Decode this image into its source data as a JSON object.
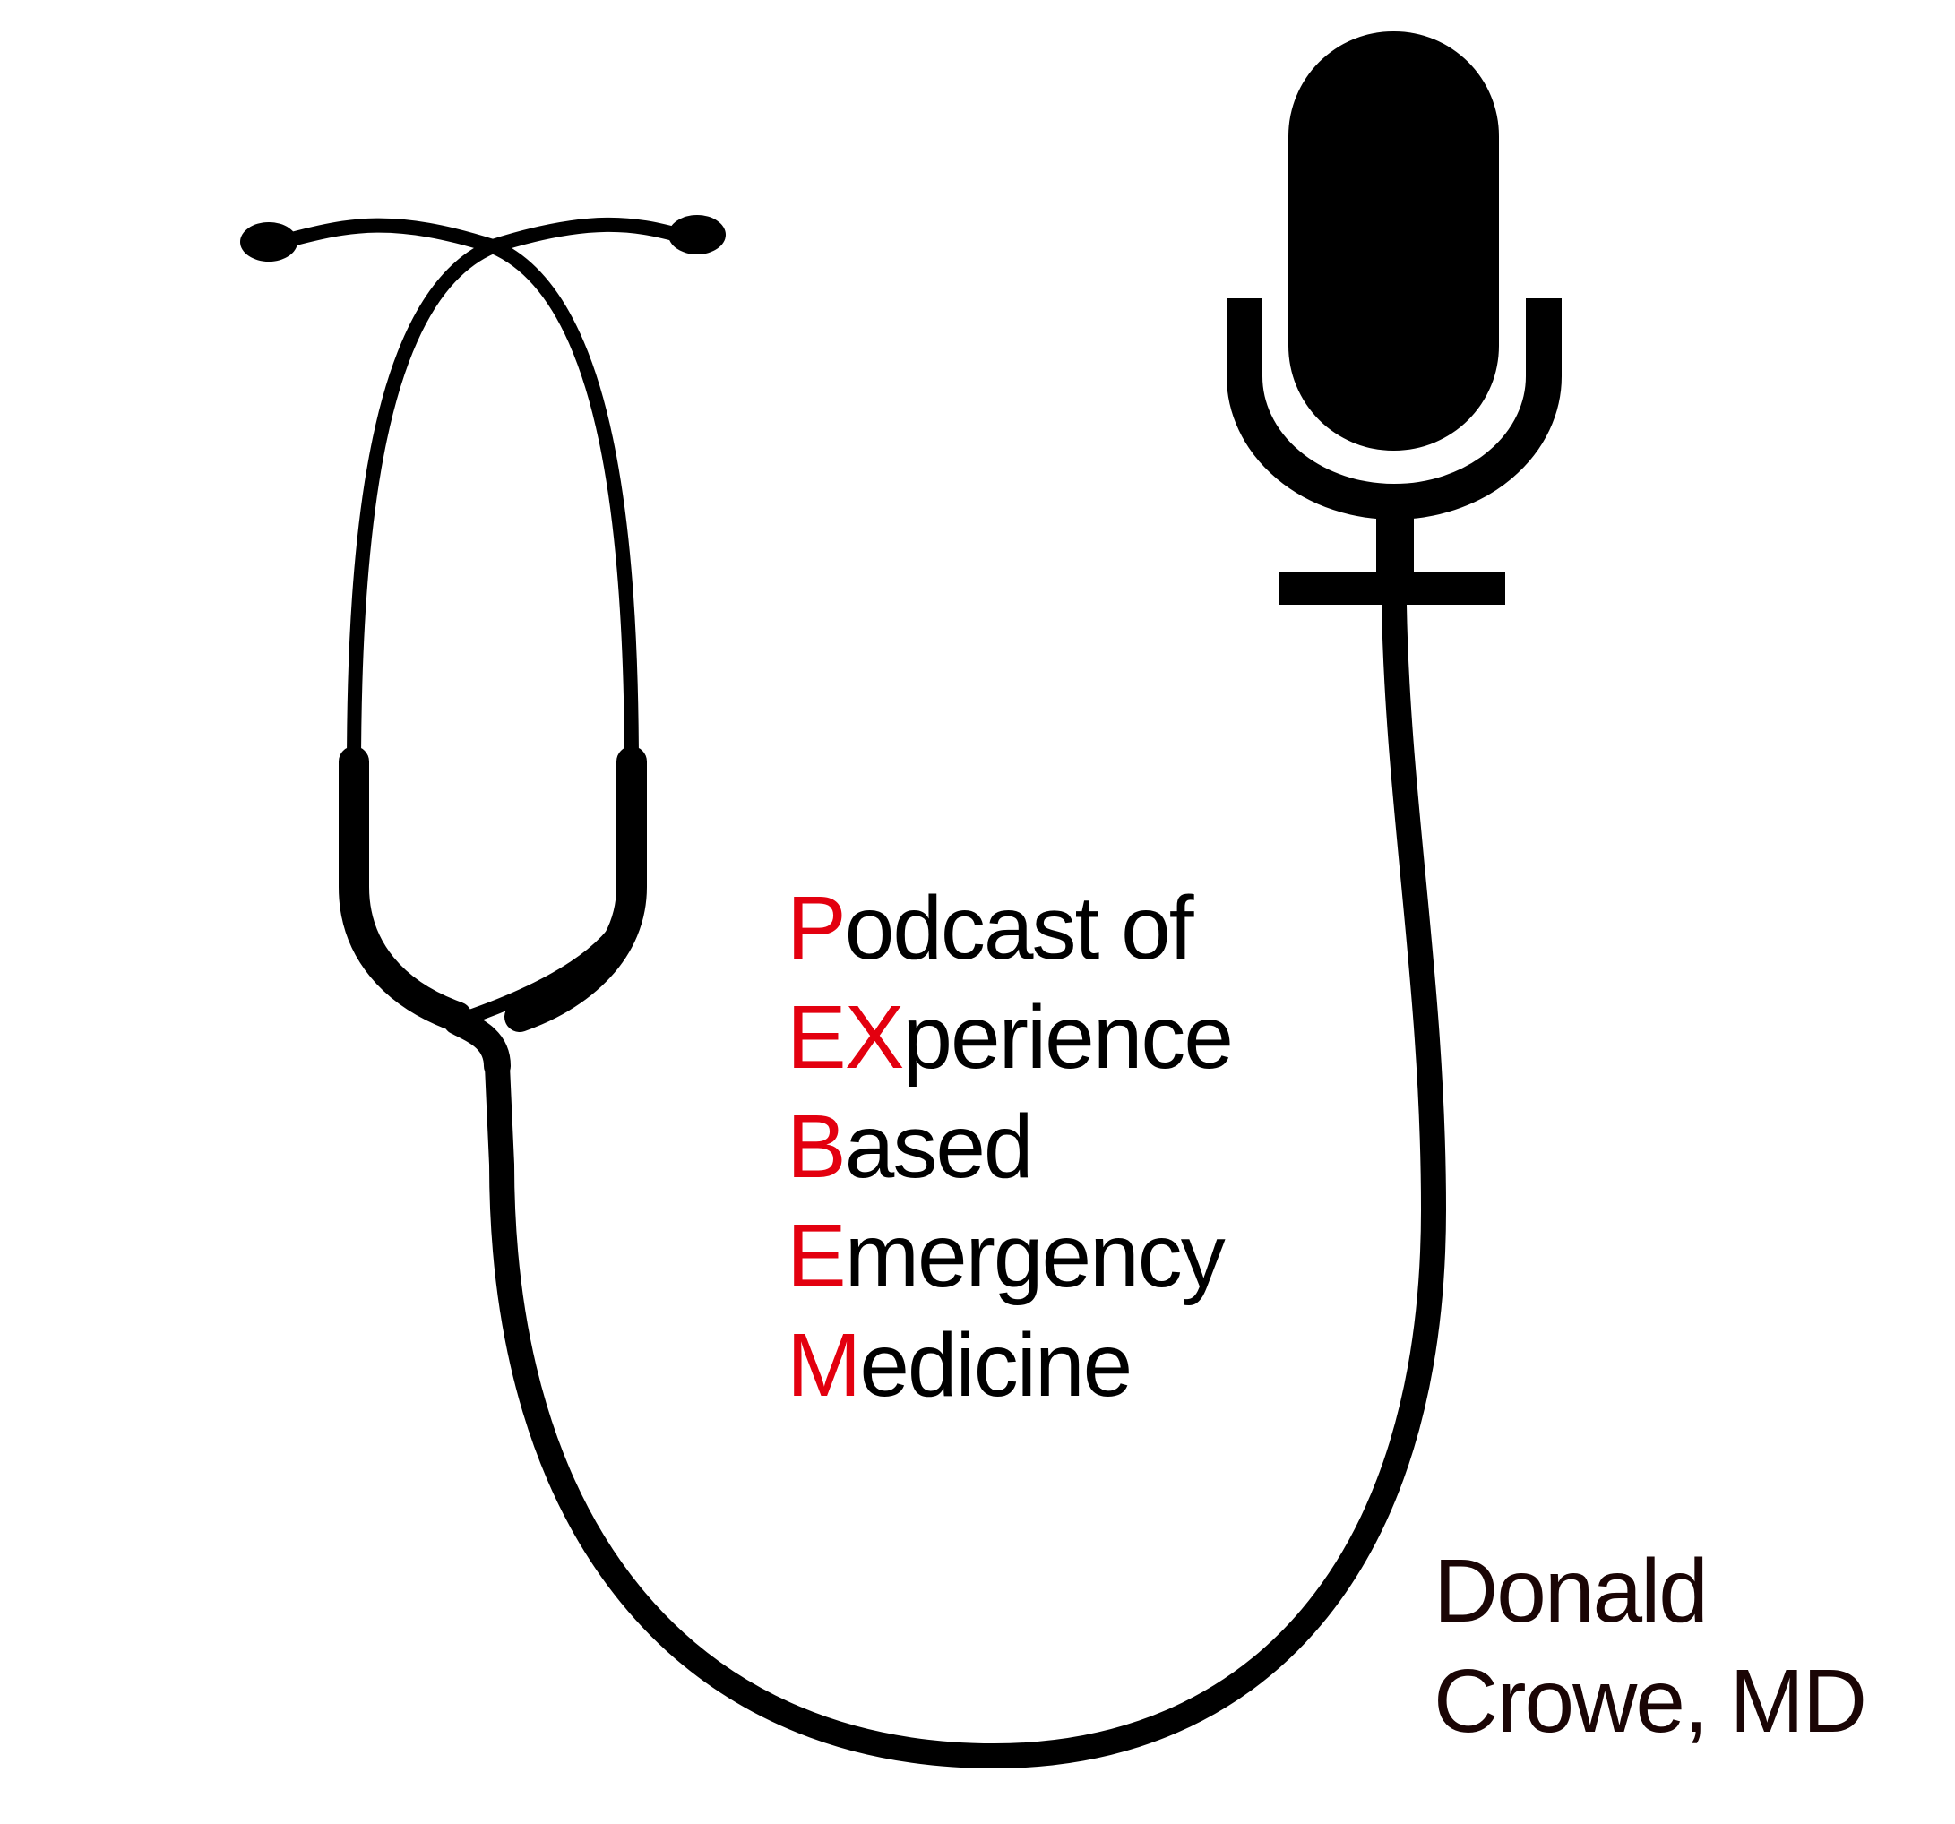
{
  "title_lines": [
    {
      "initial": "P",
      "rest": "odcast of"
    },
    {
      "initial": "EX",
      "rest": "perience"
    },
    {
      "initial": "B",
      "rest": "ased"
    },
    {
      "initial": "E",
      "rest": "mergency"
    },
    {
      "initial": "M",
      "rest": "edicine"
    }
  ],
  "author": {
    "line1": "Donald",
    "line2": "Crowe, MD"
  },
  "colors": {
    "accent": "#e3000f",
    "ink": "#000000",
    "background": "#ffffff"
  },
  "icons": [
    "stethoscope-icon",
    "microphone-icon"
  ]
}
